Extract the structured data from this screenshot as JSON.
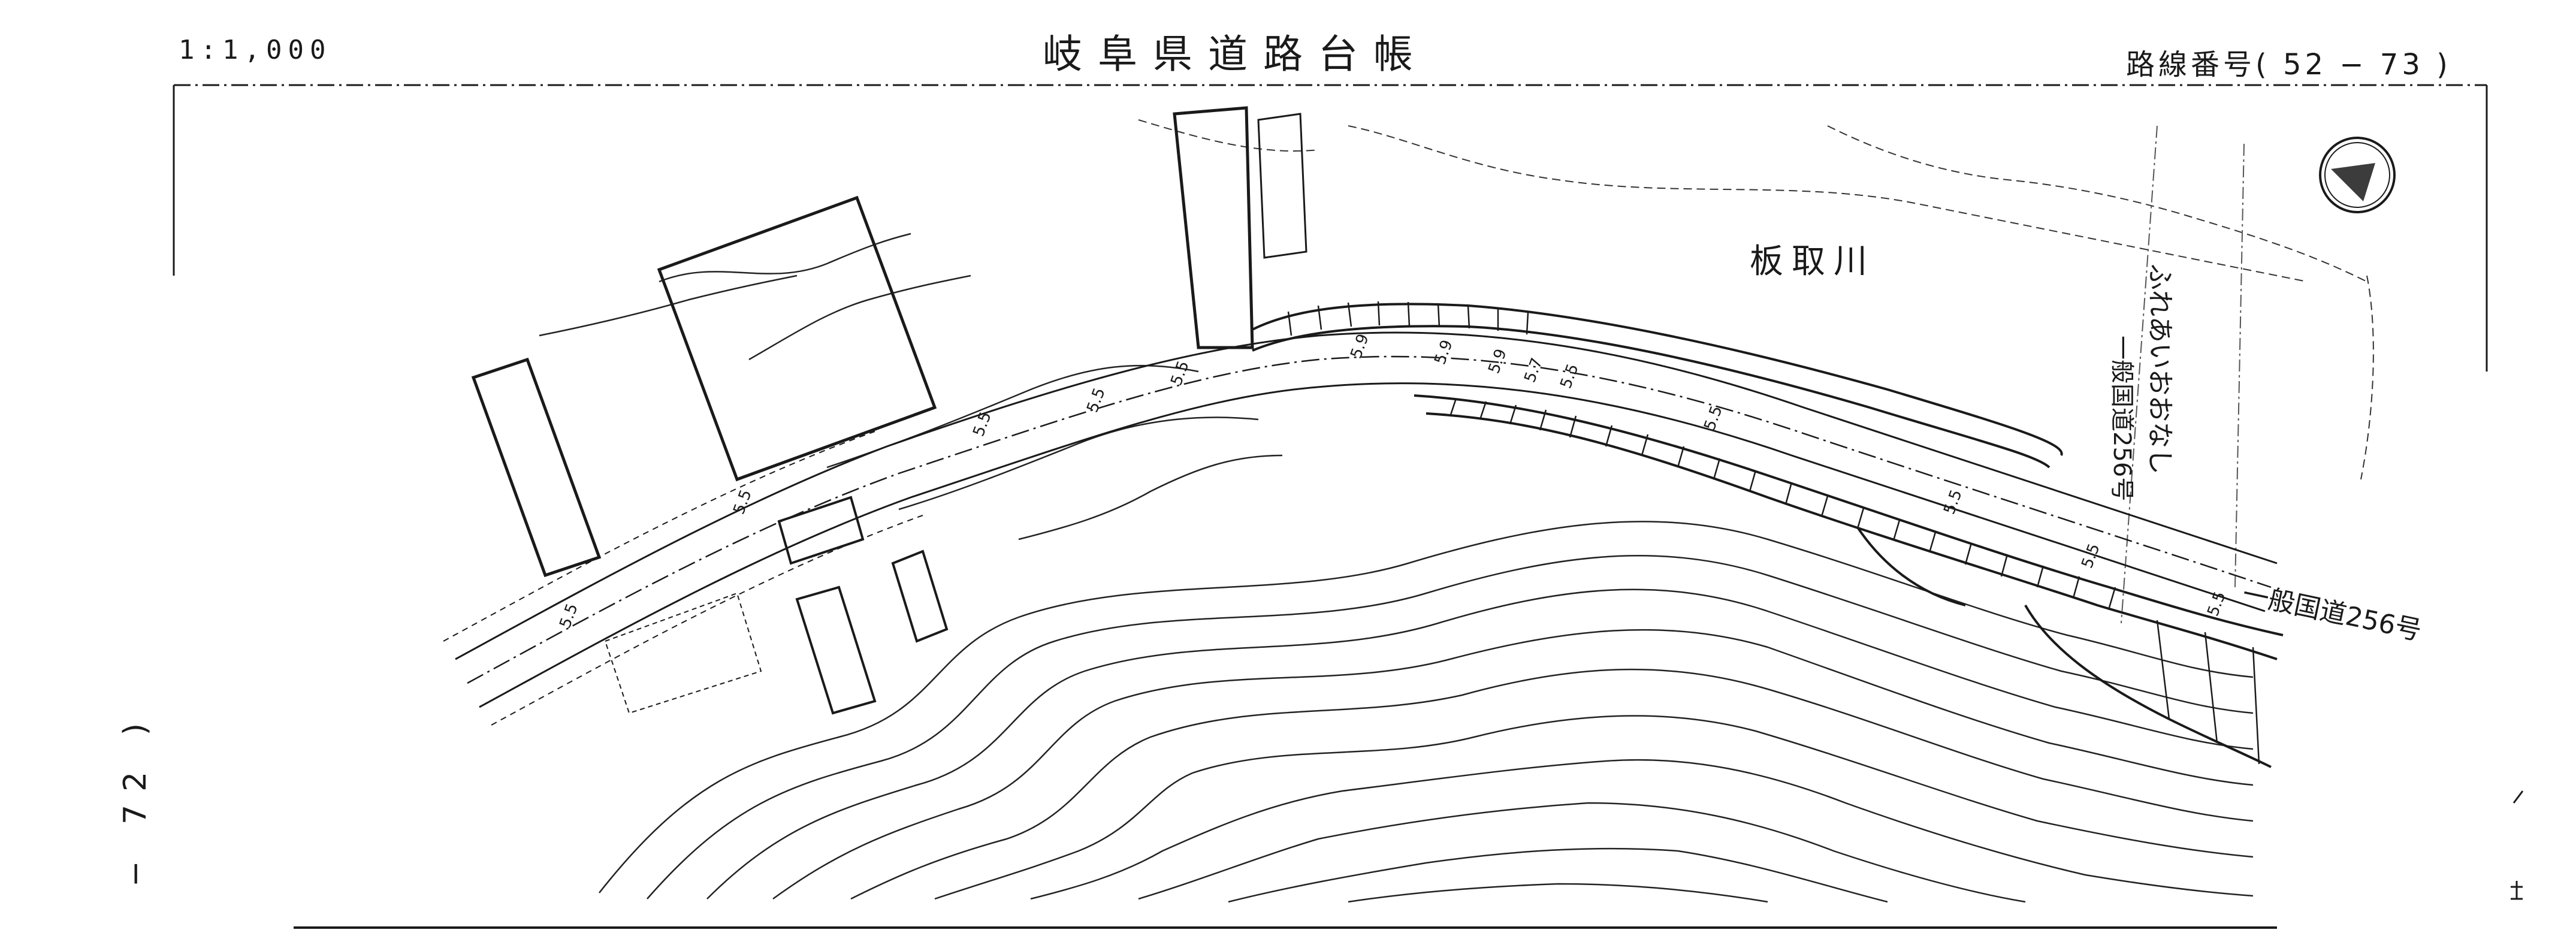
{
  "header": {
    "scale": "1:1,000",
    "title": "岐阜県道路台帳",
    "route_number": "路線番号( 52 − 73 )"
  },
  "page_number": "− 72 )",
  "map_labels": {
    "river": "板取川",
    "road_national": "一般国道256号",
    "road_vertical": "一般国道256号",
    "facility": "ふれあいおおなし",
    "contour_values": [
      "5.5",
      "5.5",
      "5.5",
      "5.5",
      "5.5",
      "5.9",
      "5.9",
      "5.9",
      "5.7",
      "5.5",
      "5.5",
      "5.5",
      "5.5",
      "5.5"
    ]
  },
  "colors": {
    "ink": "#1a1a1a",
    "paper": "#ffffff"
  },
  "icons": {
    "north_arrow": "compass-icon"
  }
}
